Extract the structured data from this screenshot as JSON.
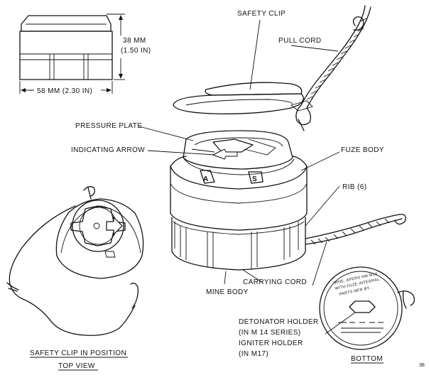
{
  "dimensions": {
    "height_label_mm": "38 MM",
    "height_label_in": "(1.50 IN)",
    "width_label": "58 MM (2.30 IN)"
  },
  "labels": {
    "safety_clip": "SAFETY CLIP",
    "pull_cord": "PULL CORD",
    "pressure_plate": "PRESSURE PLATE",
    "indicating_arrow": "INDICATING ARROW",
    "fuze_body": "FUZE BODY",
    "rib": "RIB (6)",
    "carrying_cord": "CARRYING CORD",
    "mine_body": "MINE BODY",
    "detonator_line1": "DETONATOR HOLDER",
    "detonator_line2": "(IN M 14 SERIES)",
    "detonator_line3": "IGNITER HOLDER",
    "detonator_line4": "(IN M17)",
    "safety_clip_in_position": "SAFETY CLIP IN POSITION",
    "top_view": "TOP VIEW",
    "bottom": "BOTTOM",
    "page_number": "38"
  },
  "marks": {
    "plate_letter_a": "A",
    "plate_letter_s": "S",
    "bottom_text_line1": "MINE, APERS NM M14",
    "bottom_text_line2": "WITH FUZE INTEGRAL",
    "bottom_text_line3": "PARTS MFR BY..."
  },
  "icons": {
    "arrow": "arrow-icon"
  }
}
